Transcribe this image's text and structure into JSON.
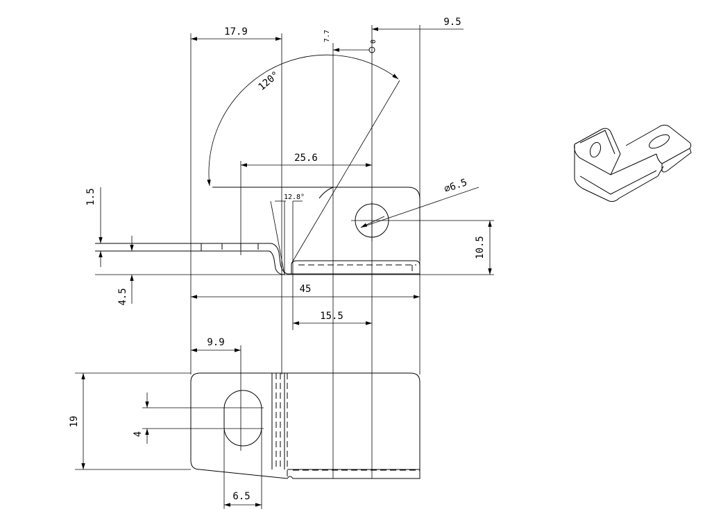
{
  "dimensions": {
    "d17_9": "17.9",
    "d7_7": "7.7",
    "d0": "0",
    "d9_5": "9.5",
    "angle120": "120°",
    "d25_6": "25.6",
    "d12_8": "12.8°",
    "dia6_5": "⌀6.5",
    "d1_5": "1.5",
    "d4_5": "4.5",
    "d10_5": "10.5",
    "d45": "45",
    "d15_5": "15.5",
    "d9_9": "9.9",
    "d19": "19",
    "d4": "4",
    "d6_5": "6.5"
  }
}
